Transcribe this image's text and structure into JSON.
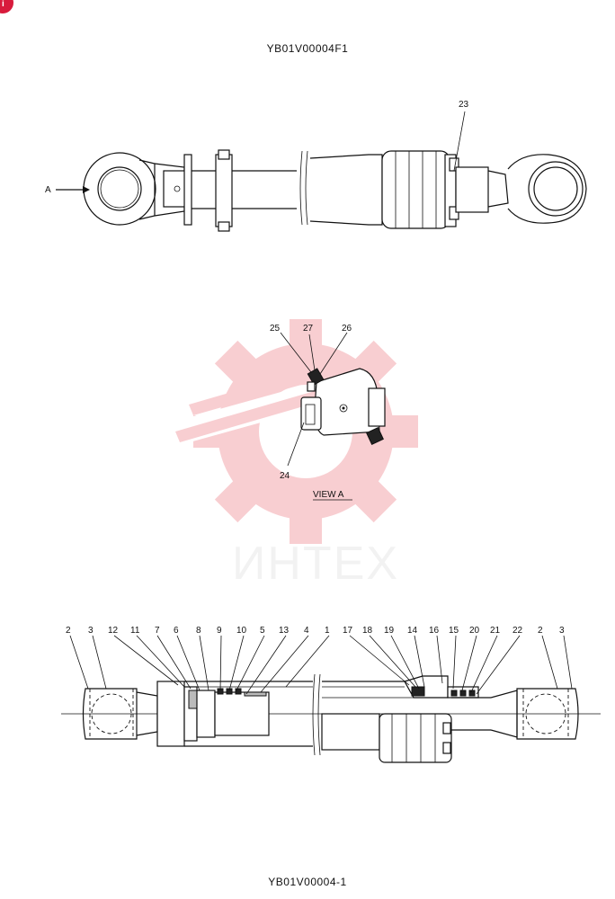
{
  "document": {
    "header_code": "YB01V00004F1",
    "footer_code": "YB01V00004-1",
    "view_label": "VIEW  A",
    "arrow_label": "A",
    "watermark_text": "ИНТЕХ",
    "corner_badge": "i"
  },
  "callouts": {
    "top": [
      "23"
    ],
    "view_a": [
      "25",
      "27",
      "26",
      "24"
    ],
    "section": [
      "2",
      "3",
      "12",
      "11",
      "7",
      "6",
      "8",
      "9",
      "10",
      "5",
      "13",
      "4",
      "1",
      "17",
      "18",
      "19",
      "14",
      "16",
      "15",
      "20",
      "21",
      "22",
      "2",
      "3"
    ]
  },
  "colors": {
    "line": "#111111",
    "watermark": "#f4a7ad",
    "badge": "#d81b3c"
  }
}
